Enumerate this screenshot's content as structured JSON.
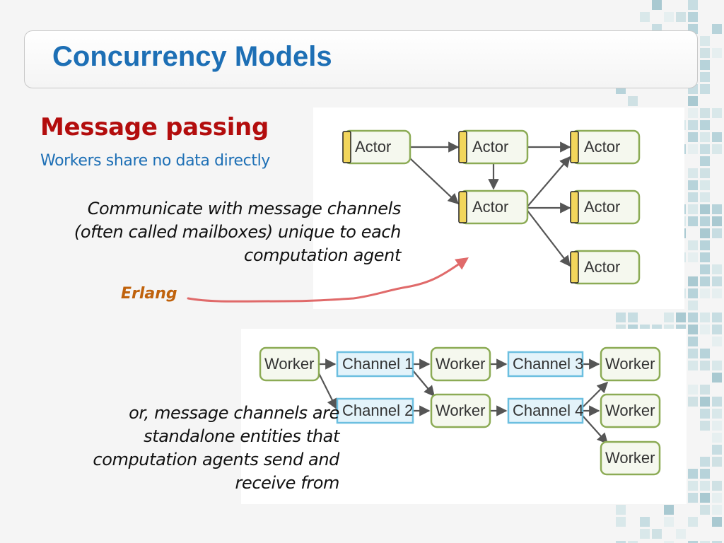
{
  "slide": {
    "title": "Concurrency Models",
    "heading": "Message passing",
    "subheading": "Workers share no data directly"
  },
  "description_actors": [
    "Communicate with message channels",
    "(often called mailboxes) unique to each",
    "computation agent"
  ],
  "erlang_label": "Erlang",
  "description_channels": [
    "or, message channels are",
    "standalone entities that",
    "computation agents send and",
    "receive from"
  ],
  "actor_diagram": {
    "nodes": [
      "Actor",
      "Actor",
      "Actor",
      "Actor",
      "Actor",
      "Actor"
    ]
  },
  "channel_diagram": {
    "workers": [
      "Worker",
      "Worker",
      "Worker",
      "Worker",
      "Worker",
      "Worker"
    ],
    "channels": [
      "Channel 1",
      "Channel 2",
      "Channel 3",
      "Channel 4"
    ]
  },
  "colors": {
    "title": "#1d6fb5",
    "heading": "#b30d0d",
    "subheading": "#1d6fb5",
    "erlang": "#c0620c",
    "actor_border": "#8cab55",
    "actor_tab": "#f2d65c",
    "channel_border": "#6cbfe0",
    "arrow": "#555555",
    "erlang_arrow": "#e06a6a"
  }
}
